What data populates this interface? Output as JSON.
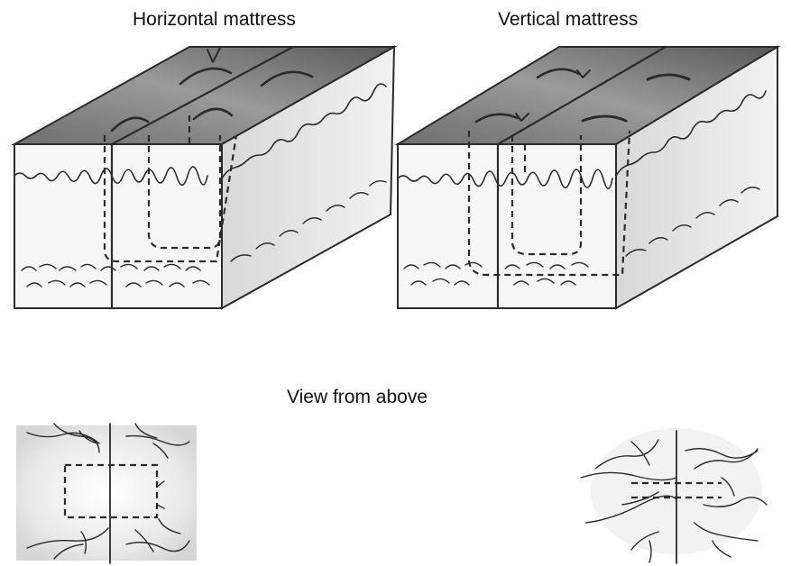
{
  "labels": {
    "horizontal": "Horizontal mattress",
    "vertical": "Vertical mattress",
    "above": "View from above"
  }
}
